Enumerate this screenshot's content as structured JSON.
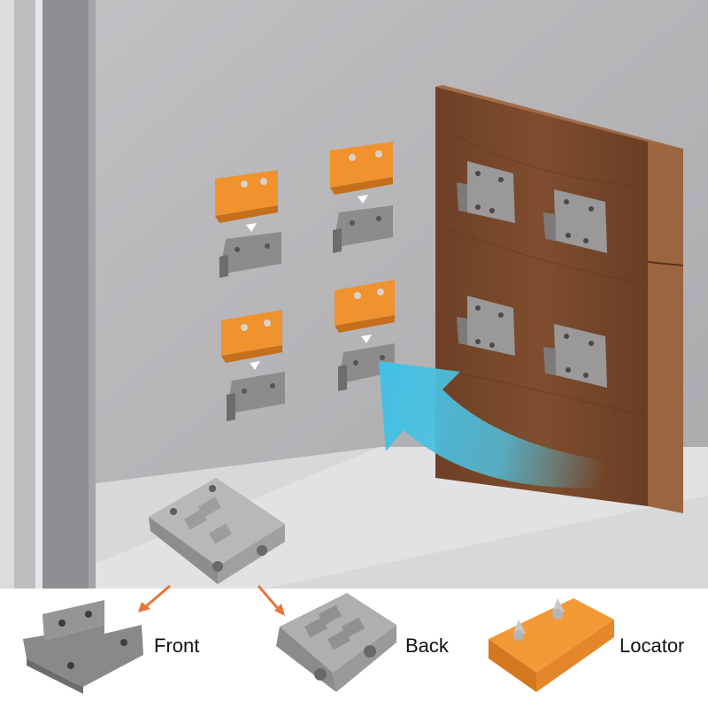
{
  "labels": {
    "front": "Front",
    "back": "Back",
    "locator": "Locator"
  },
  "colors": {
    "wall": "#b7b6b9",
    "floor": "#d9d8da",
    "door_frame": "#cfcfd1",
    "wood_panel": "#7a4a2c",
    "wood_edge": "#9b6540",
    "hanger_gray": "#8e8c8a",
    "locator_orange": "#f0922e",
    "arrow_blue": "#4fc4e4",
    "pointer_orange": "#e8743a"
  },
  "icons": {
    "install_arrow": "curved-arrow-icon",
    "pointer": "arrow-icon"
  }
}
